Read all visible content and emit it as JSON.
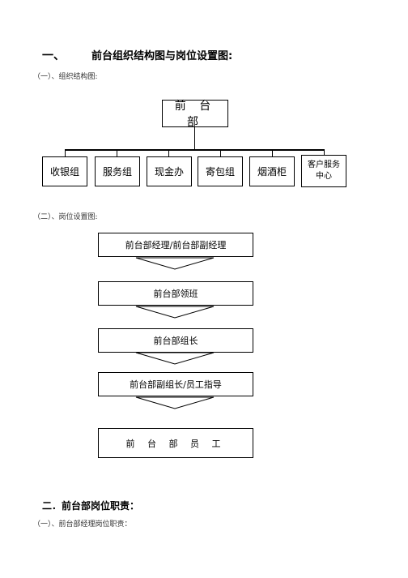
{
  "section1": {
    "number": "一、",
    "title": "前台组织结构图与岗位设置图:",
    "sub1": "（一）、组织结构图:",
    "sub2": "（二）、岗位设置图:"
  },
  "org_chart": {
    "root": "前 台 部",
    "children": [
      "收银组",
      "服务组",
      "现金办",
      "寄包组",
      "烟酒柜",
      "客户服务中心"
    ]
  },
  "positions": [
    "前台部经理/前台部副经理",
    "前台部领班",
    "前台部组长",
    "前台部副组长/员工指导",
    "前 台 部 员 工"
  ],
  "section2": {
    "title": "二．前台部岗位职责：",
    "sub1": "（一）、前台部经理岗位职责："
  }
}
